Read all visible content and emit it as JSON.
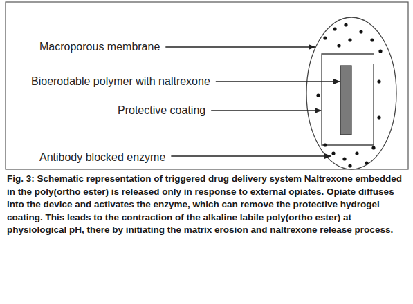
{
  "diagram": {
    "caption": "Fig. 3: Schematic representation of triggered drug delivery system Naltrexone embedded in the poly(ortho ester) is released only in response to external opiates. Opiate diffuses into the device and activates the enzyme, which can remove the protective hydrogel coating. This leads to the contraction of the alkaline labile poly(ortho ester) at physiological pH, there by initiating the matrix erosion and naltrexone release process.",
    "labels": [
      "Macroporous membrane",
      "Bioerodable polymer with naltrexone",
      "Protective coating",
      "Antibody blocked enzyme"
    ]
  }
}
